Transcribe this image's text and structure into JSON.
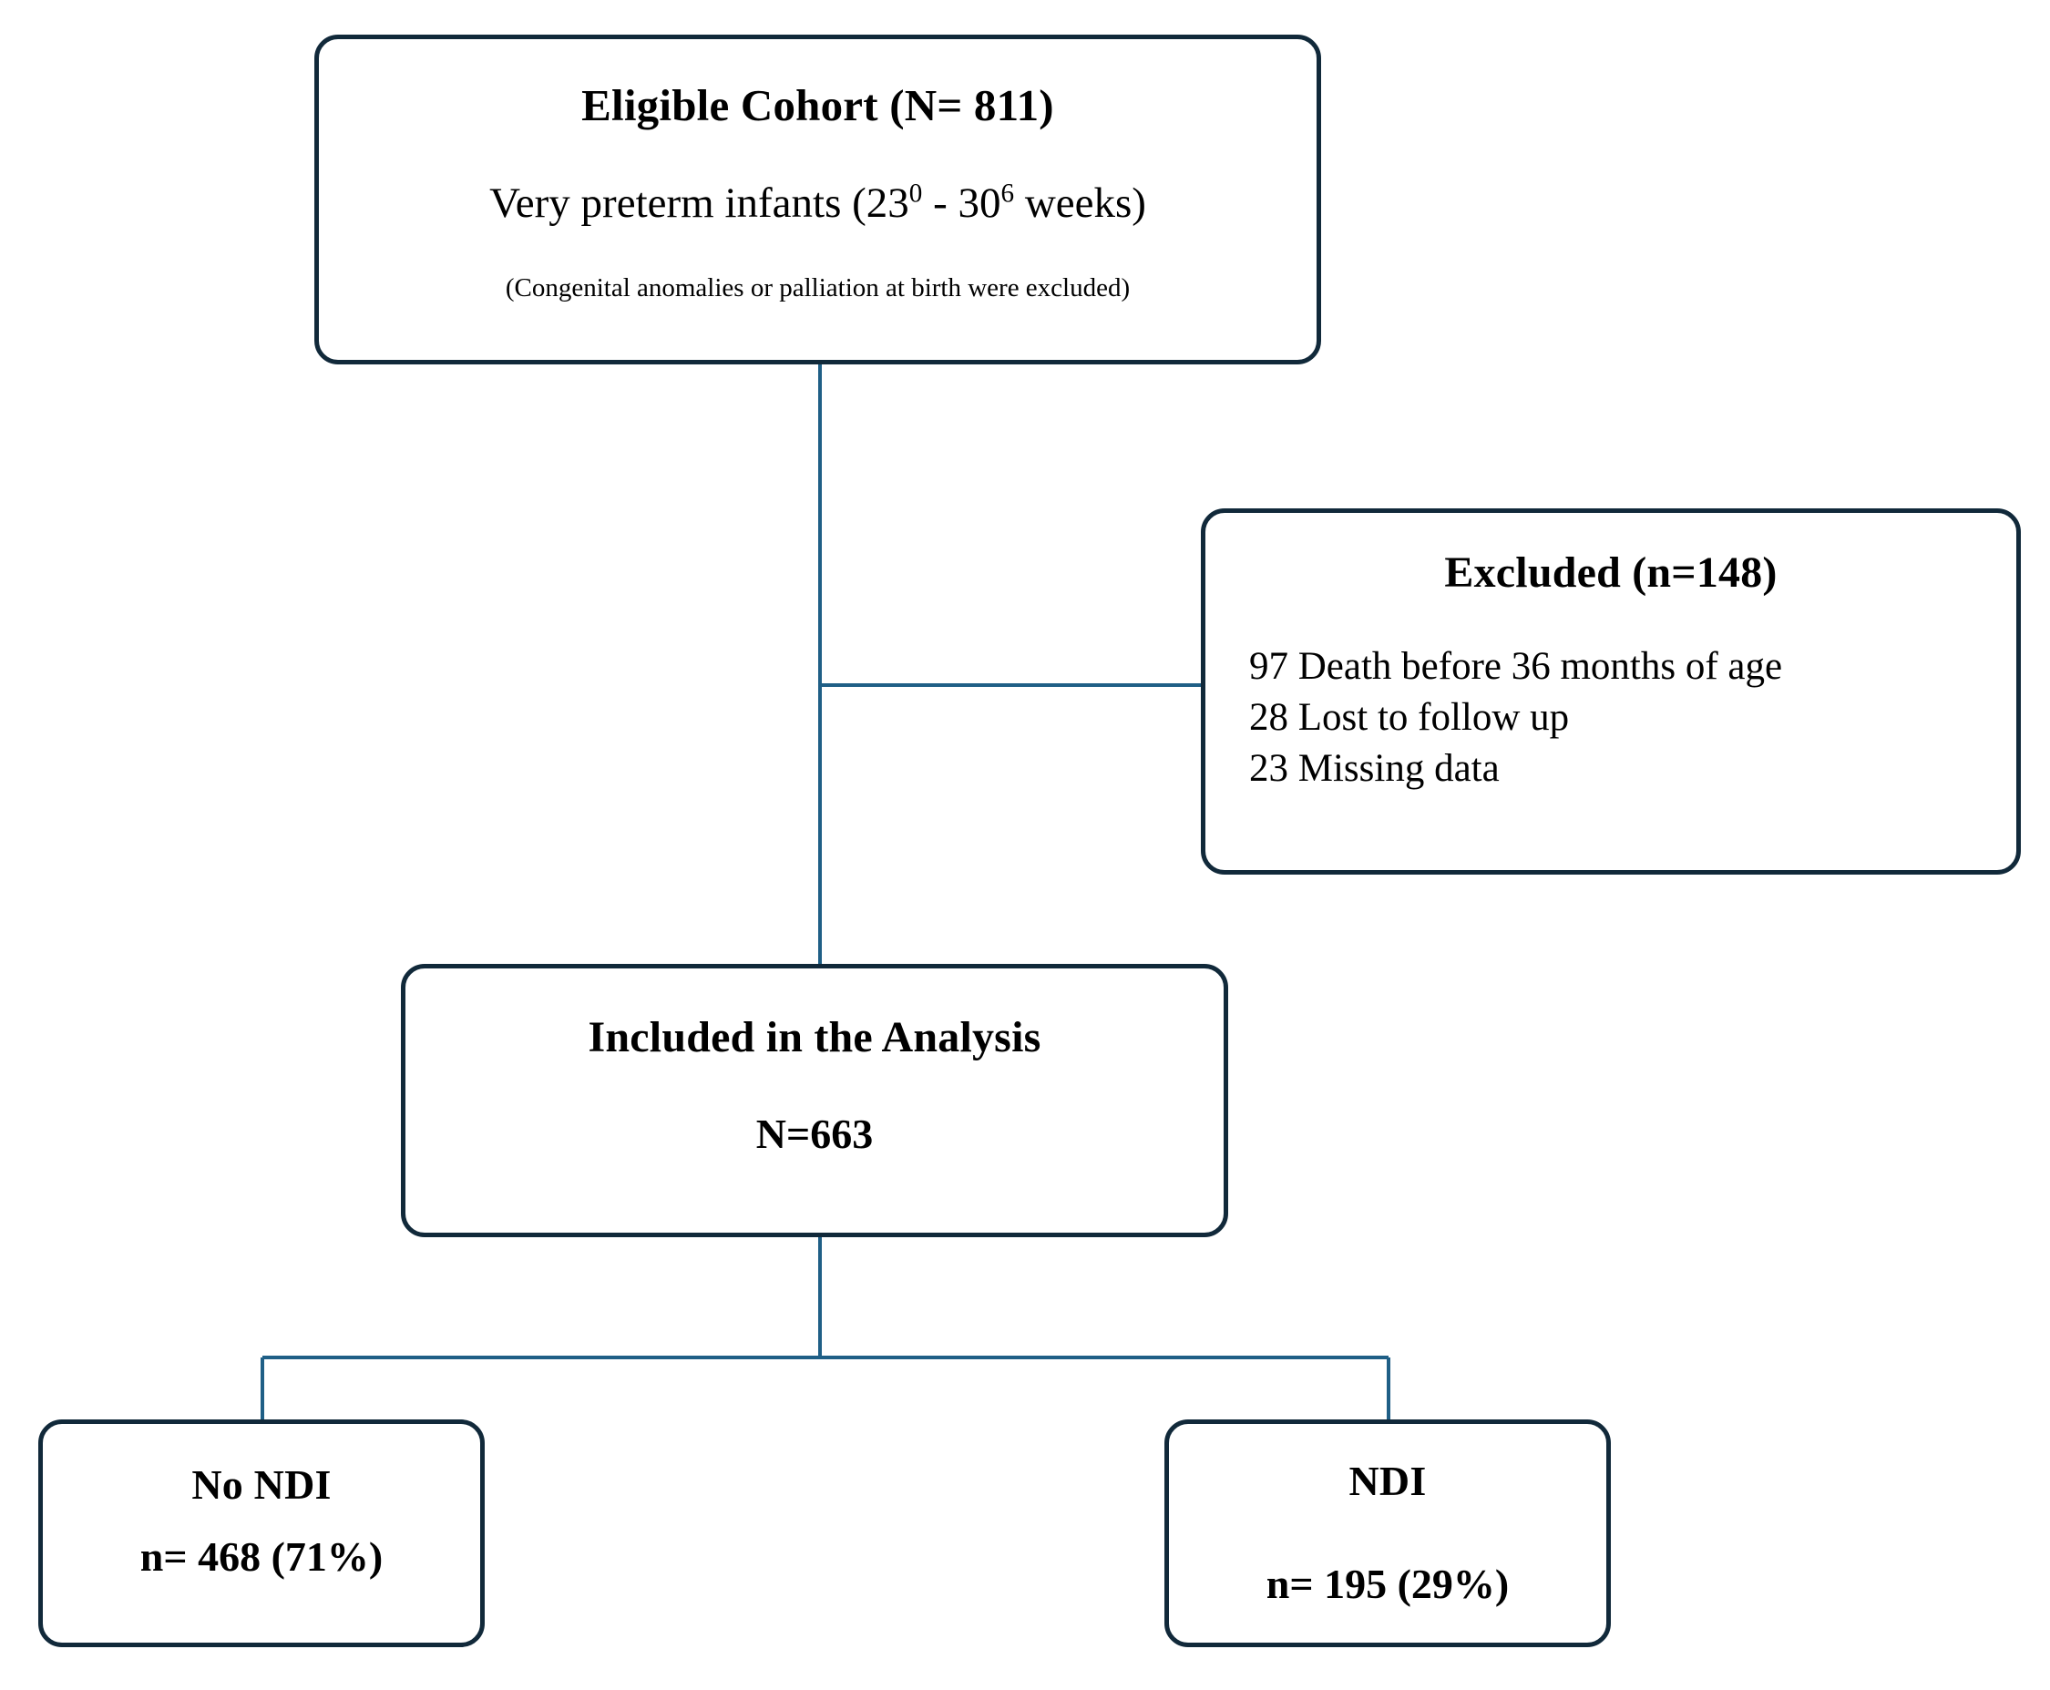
{
  "diagram": {
    "type": "flowchart",
    "title": "Study participant flow diagram",
    "colors": {
      "box_border": "#11293a",
      "connector": "#1f5f86",
      "box_fill": "#ffffff",
      "text": "#000000"
    },
    "nodes": {
      "eligible": {
        "title": "Eligible Cohort (N= 811)",
        "subtitle_prefix": "Very preterm infants (23",
        "subtitle_sup1": "0",
        "subtitle_middle": " - 30",
        "subtitle_sup2": "6",
        "subtitle_suffix": " weeks)",
        "note": "(Congenital anomalies or palliation at birth were excluded)",
        "n": 811
      },
      "excluded": {
        "title": "Excluded (n=148)",
        "n": 148,
        "reasons": [
          {
            "count": 97,
            "label": "97 Death before 36 months of age"
          },
          {
            "count": 28,
            "label": "28 Lost to follow up"
          },
          {
            "count": 23,
            "label": "23 Missing data"
          }
        ]
      },
      "included": {
        "title": "Included in the Analysis",
        "count_label": "N=663",
        "n": 663
      },
      "no_ndi": {
        "title": "No NDI",
        "count_label": "n= 468 (71%)",
        "n": 468,
        "percent": 71
      },
      "ndi": {
        "title": "NDI",
        "count_label": "n= 195 (29%)",
        "n": 195,
        "percent": 29
      }
    }
  }
}
